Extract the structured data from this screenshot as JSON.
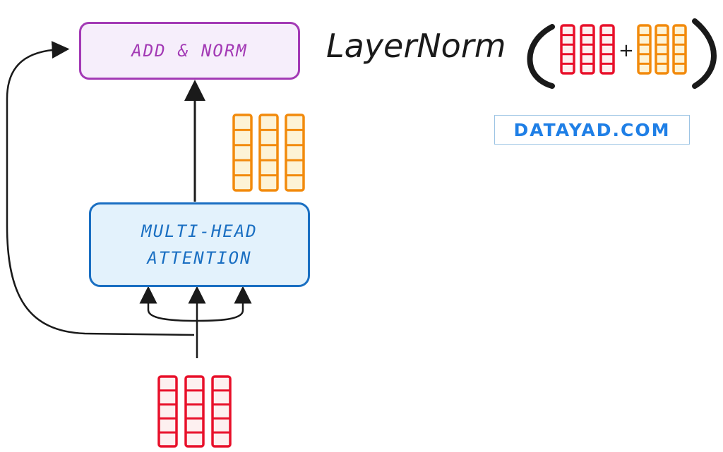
{
  "diagram": {
    "add_norm_label": "ADD & NORM",
    "mha_label_line1": "MULTI-HEAD",
    "mha_label_line2": "ATTENTION",
    "formula_label": "LayerNorm",
    "formula_plus": "+",
    "brand": "DATAYAD.COM"
  },
  "vectors": {
    "input": {
      "columns": 3,
      "cells": 5,
      "stroke": "#e8102a",
      "fill": "#fdf0f0"
    },
    "attention_output": {
      "columns": 3,
      "cells": 5,
      "stroke": "#f28a0c",
      "fill": "#fdf3d6"
    },
    "formula_left": {
      "columns": 3,
      "cells": 5,
      "stroke": "#e8102a",
      "fill": "#fdf0f0"
    },
    "formula_right": {
      "columns": 3,
      "cells": 5,
      "stroke": "#f28a0c",
      "fill": "#fdf3d6"
    }
  },
  "colors": {
    "add_norm": "#a33ab5",
    "mha": "#1a6fc2",
    "arrow": "#1a1a1a",
    "brand": "#1f7fe6"
  }
}
